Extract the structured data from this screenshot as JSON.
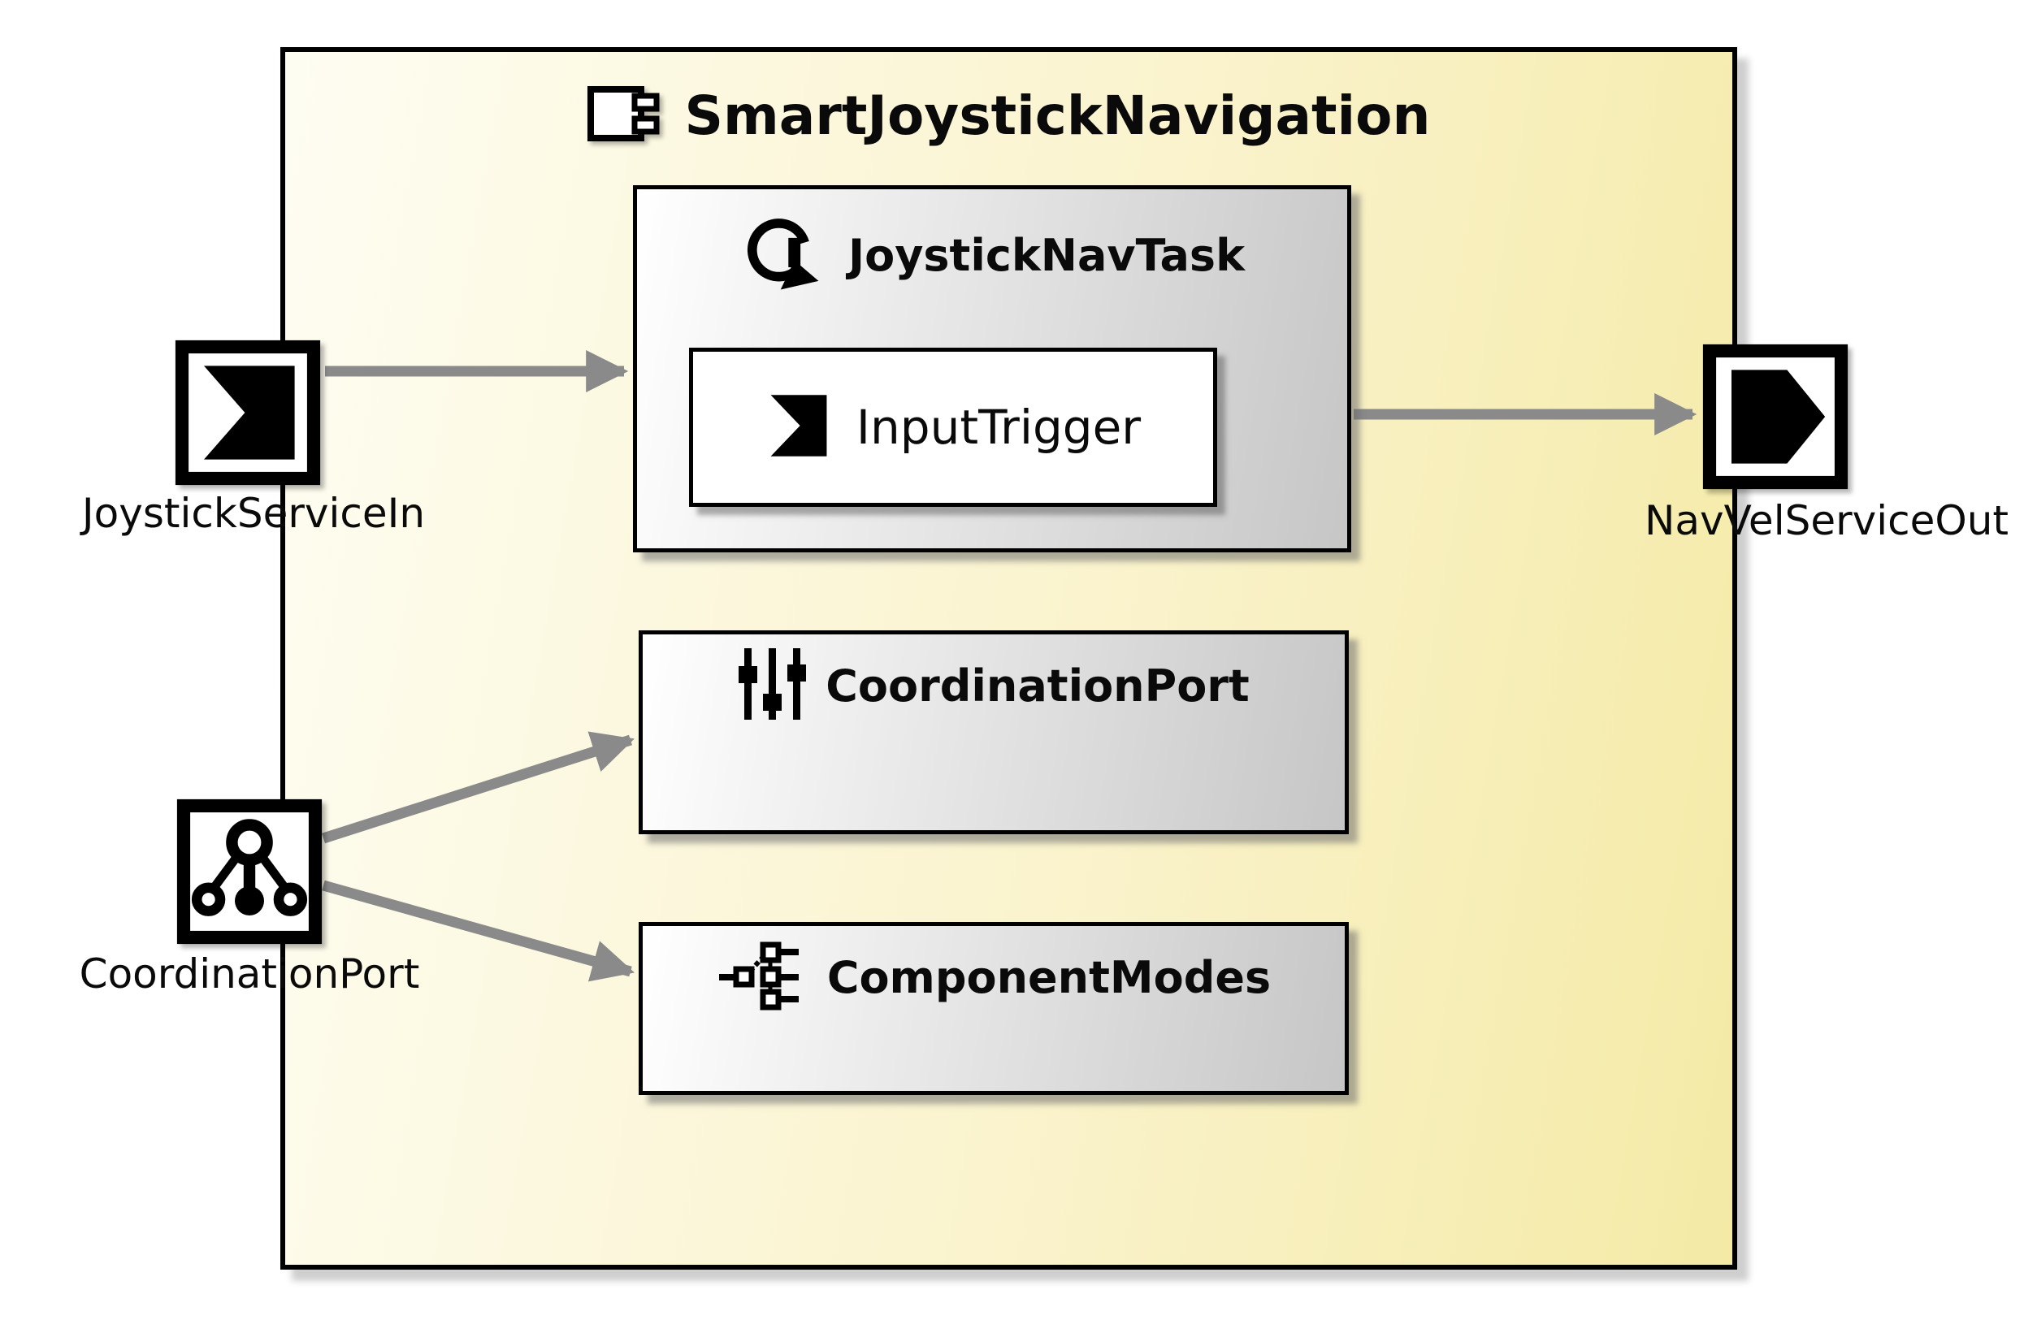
{
  "frame": {
    "title": "SmartJoystickNavigation",
    "icon": "uml-component-icon"
  },
  "inner": {
    "task": {
      "label": "JoystickNavTask",
      "icon": "cyclic-task-icon"
    },
    "trigger": {
      "label": "InputTrigger",
      "icon": "input-trigger-icon"
    },
    "coordination": {
      "label": "CoordinationPort",
      "icon": "sliders-icon"
    },
    "modes": {
      "label": "ComponentModes",
      "icon": "mode-switch-icon"
    }
  },
  "ports": {
    "joystick_service_in": {
      "label": "JoystickServiceIn",
      "direction": "in",
      "icon": "service-in-port-icon"
    },
    "nav_vel_service_out": {
      "label": "NavVelServiceOut",
      "direction": "out",
      "icon": "service-out-port-icon"
    },
    "coordination_port": {
      "label": "CoordinationPort",
      "direction": "in",
      "icon": "coordination-port-icon"
    }
  },
  "connections": [
    {
      "from": "joystick_service_in",
      "to": "JoystickNavTask"
    },
    {
      "from": "JoystickNavTask",
      "to": "nav_vel_service_out"
    },
    {
      "from": "coordination_port",
      "to": "CoordinationPort"
    },
    {
      "from": "coordination_port",
      "to": "ComponentModes"
    }
  ],
  "colors": {
    "frame_fill_left": "#fefdf2",
    "frame_fill_right": "#f4eaa6",
    "box_fill_left": "#ffffff",
    "box_fill_right": "#c6c6c6",
    "arrow": "#8a8a8a",
    "border": "#000000"
  }
}
